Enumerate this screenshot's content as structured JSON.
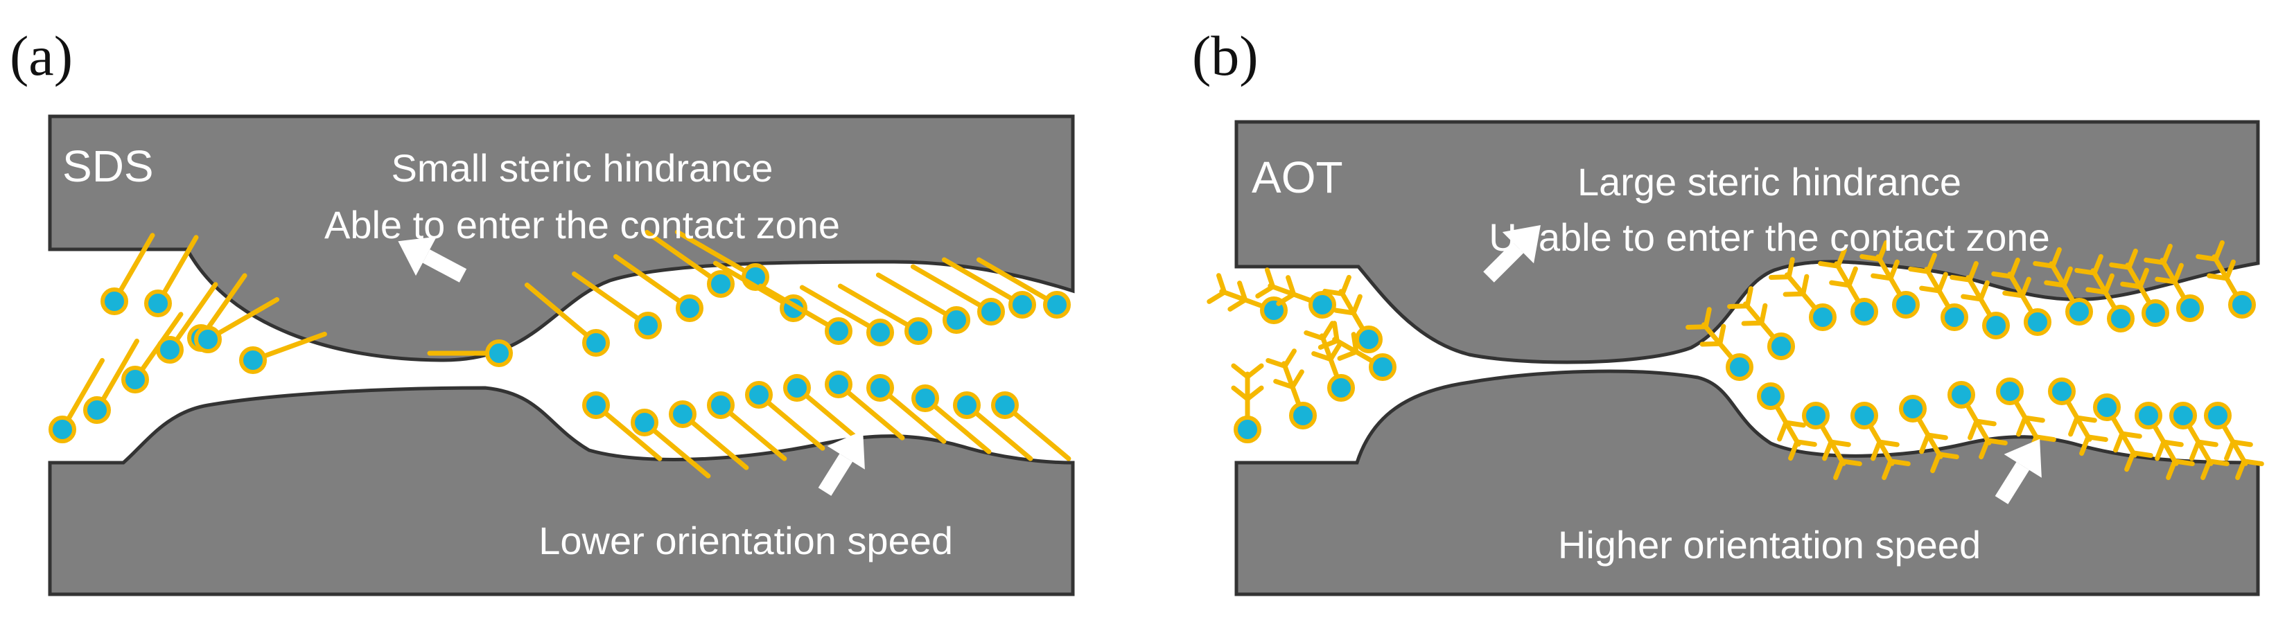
{
  "panels": [
    {
      "letter": "(a)",
      "tag": "SDS",
      "note_top_line1": "Small steric hindrance",
      "note_top_line2": "Able to enter the contact zone",
      "note_bottom": "Lower orientation speed",
      "molecule_tail": "straight"
    },
    {
      "letter": "(b)",
      "tag": "AOT",
      "note_top_line1": "Large steric hindrance",
      "note_top_line2": "Unable to enter the contact zone",
      "note_bottom": "Higher orientation speed",
      "molecule_tail": "branched"
    }
  ],
  "colors": {
    "surface_fill": "#7f7f7f",
    "surface_stroke": "#333333",
    "head_fill": "#18b3d8",
    "tail_color": "#f5b800",
    "arrow_color": "#ffffff",
    "text_on_surface": "#ffffff"
  }
}
